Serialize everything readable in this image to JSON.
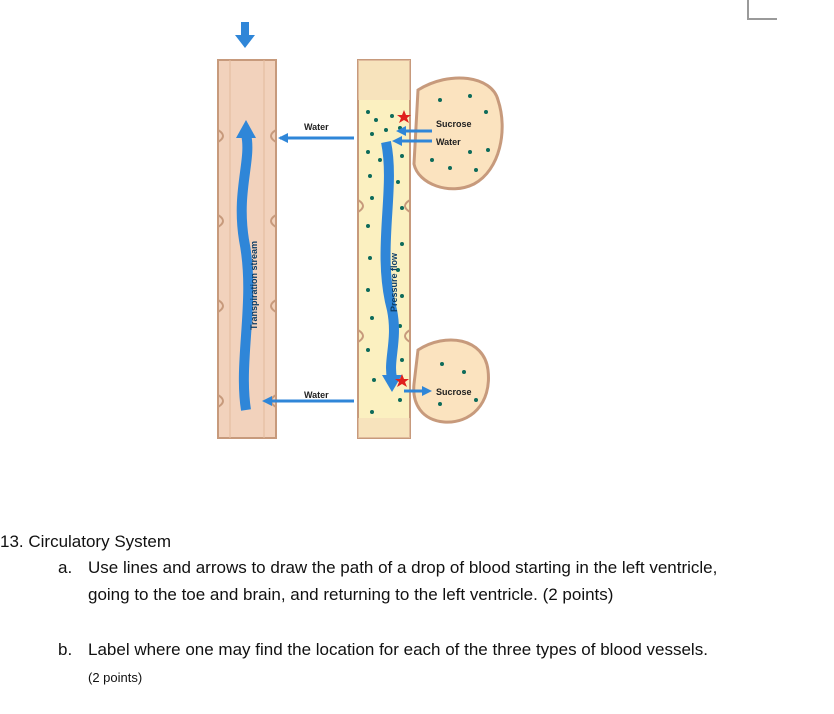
{
  "diagram": {
    "labels": {
      "water_top": "Water",
      "water_bottom": "Water",
      "sucrose_top": "Sucrose",
      "water_source": "Water",
      "sucrose_bottom": "Sucrose",
      "transpiration": "Transpiration stream",
      "pressure": "Pressure flow"
    },
    "colors": {
      "tube_fill": "#f2d2bc",
      "tube_border": "#c79a7c",
      "phloem_fill": "#fbf0c0",
      "cell_fill": "#fbe3bf",
      "flow_arrow": "#2f86d8",
      "dot": "#0d6b5a",
      "star": "#e0201c"
    }
  },
  "question": {
    "title": "13. Circulatory System",
    "items": [
      {
        "marker": "a.",
        "text": "Use lines and arrows to draw the path of a drop of blood starting in the left ventricle, going to the toe and brain, and returning to the left ventricle. (2 points)",
        "points": ""
      },
      {
        "marker": "b.",
        "text": "Label where one may find the location for each of the three types of blood vessels. ",
        "points": "(2 points)"
      }
    ]
  }
}
